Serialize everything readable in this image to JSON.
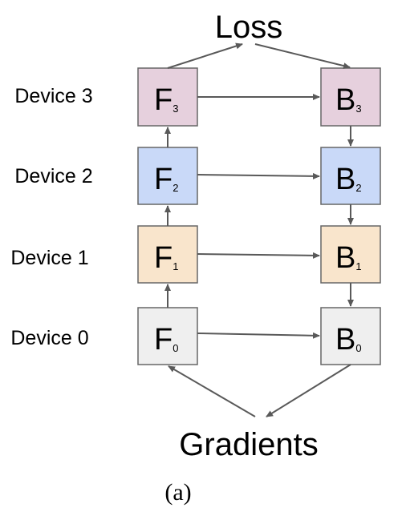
{
  "top_label": "Loss",
  "bottom_label": "Gradients",
  "caption": "(a)",
  "devices": [
    {
      "label": "Device 3",
      "forward": {
        "letter": "F",
        "sub": "3"
      },
      "backward": {
        "letter": "B",
        "sub": "3"
      },
      "color": "#e6d0dd"
    },
    {
      "label": "Device 2",
      "forward": {
        "letter": "F",
        "sub": "2"
      },
      "backward": {
        "letter": "B",
        "sub": "2"
      },
      "color": "#c9d9f8"
    },
    {
      "label": "Device 1",
      "forward": {
        "letter": "F",
        "sub": "1"
      },
      "backward": {
        "letter": "B",
        "sub": "1"
      },
      "color": "#f9e5cc"
    },
    {
      "label": "Device 0",
      "forward": {
        "letter": "F",
        "sub": "0"
      },
      "backward": {
        "letter": "B",
        "sub": "0"
      },
      "color": "#efefef"
    }
  ]
}
